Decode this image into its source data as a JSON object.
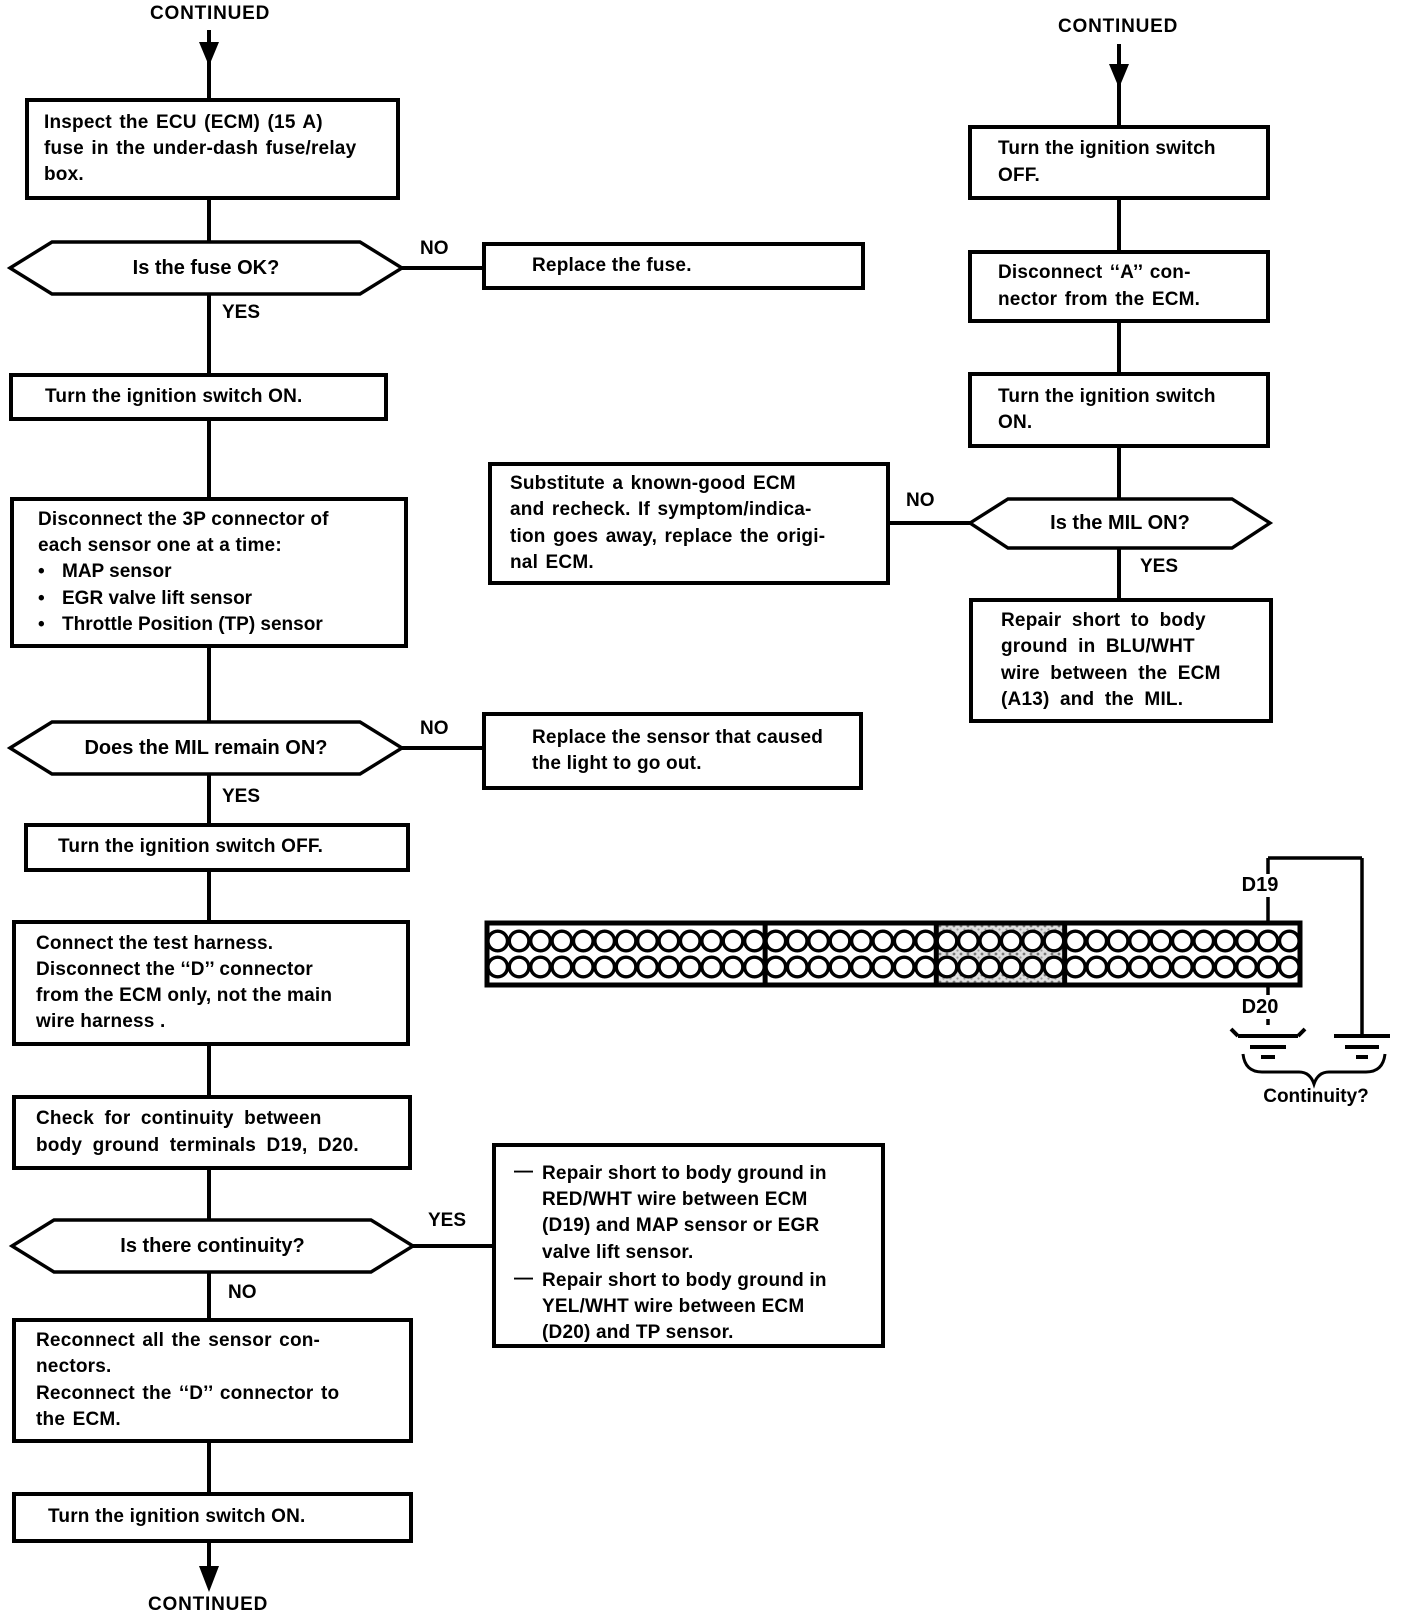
{
  "labels": {
    "continued": "CONTINUED",
    "yes": "YES",
    "no": "NO",
    "bullet": "•",
    "dash": "—"
  },
  "left_flow": {
    "inspect_fuse": "Inspect the ECU (ECM) (15 A)\nfuse in the under-dash fuse/relay\nbox.",
    "is_fuse_ok": "Is the fuse OK?",
    "replace_fuse": "Replace the fuse.",
    "ignition_on_1": "Turn the ignition switch ON.",
    "disconnect_sensors_intro": "Disconnect the 3P connector of\neach sensor one at a time:",
    "sensors": [
      "MAP sensor",
      "EGR valve lift sensor",
      "Throttle Position (TP) sensor"
    ],
    "mil_remain_on": "Does the MIL remain ON?",
    "replace_sensor": "Replace the sensor that caused\nthe light to go out.",
    "ignition_off": "Turn the ignition switch OFF.",
    "connect_harness": "Connect the test harness.\nDisconnect the ‘‘D’’ connector\nfrom the ECM only, not the main\nwire harness .",
    "check_continuity": "Check for continuity between\nbody ground terminals D19, D20.",
    "is_continuity": "Is there continuity?",
    "repair_items": [
      "Repair short to body ground in\nRED/WHT wire between ECM\n(D19) and MAP sensor or EGR\nvalve lift sensor.",
      "Repair short to body ground in\nYEL/WHT wire between ECM\n(D20) and TP sensor."
    ],
    "reconnect": "Reconnect all the sensor con-\nnectors.\nReconnect the ‘‘D’’ connector to\nthe ECM.",
    "ignition_on_2": "Turn the ignition switch ON."
  },
  "right_flow": {
    "ignition_off": "Turn the ignition switch\nOFF.",
    "disconnect_a": "Disconnect ‘‘A’’ con-\nnector from the ECM.",
    "ignition_on": "Turn the ignition switch\nON.",
    "is_mil_on": "Is the MIL ON?",
    "substitute_ecm": "Substitute a known-good ECM\nand recheck. If symptom/indica-\ntion goes away, replace the origi-\nnal ECM.",
    "repair_blu_wht": "Repair short to body\nground in BLU/WHT\nwire between the ECM\n(A13) and the MIL."
  },
  "connector_diagram": {
    "terminal_d19": "D19",
    "terminal_d20": "D20",
    "continuity_label": "Continuity?",
    "rows": 2,
    "sections": [
      {
        "circles_per_row": 13,
        "shaded": false
      },
      {
        "circles_per_row": 8,
        "shaded": false
      },
      {
        "circles_per_row": 6,
        "shaded": true
      },
      {
        "circles_per_row": 11,
        "shaded": false
      }
    ]
  },
  "colors": {
    "line": "#000000",
    "background": "#ffffff",
    "shade_dot": "#7a7a7a",
    "shade_bg": "#dedede"
  }
}
